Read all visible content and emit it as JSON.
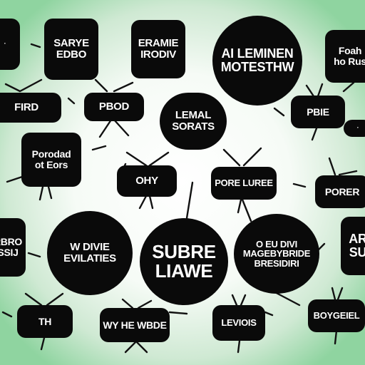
{
  "nodes": [
    {
      "id": "n1",
      "lines": [
        "SARYE",
        "EDBO"
      ]
    },
    {
      "id": "n2",
      "lines": [
        "ERAMIE",
        "IRODIV"
      ]
    },
    {
      "id": "n3",
      "lines": [
        "AI LEMINEN",
        "MOTESTHW"
      ]
    },
    {
      "id": "n4",
      "lines": [
        "Foah",
        "ho Rus"
      ]
    },
    {
      "id": "n5",
      "lines": [
        "FIRD"
      ]
    },
    {
      "id": "n6",
      "lines": [
        "PBOD"
      ]
    },
    {
      "id": "n7",
      "lines": [
        "LEMAL",
        "SORATS"
      ]
    },
    {
      "id": "n8",
      "lines": [
        "PBIE"
      ]
    },
    {
      "id": "n9",
      "lines": [
        "Porodad",
        "ot Eors"
      ]
    },
    {
      "id": "n10",
      "lines": [
        "OHY"
      ]
    },
    {
      "id": "n11",
      "lines": [
        "PORE LUREE"
      ]
    },
    {
      "id": "n12",
      "lines": [
        "PORER"
      ]
    },
    {
      "id": "n13",
      "lines": [
        "RBRO",
        "SSIJ"
      ]
    },
    {
      "id": "n14",
      "lines": [
        "W DIVIE",
        "EVILATIES"
      ]
    },
    {
      "id": "n15",
      "lines": [
        "SUBRE",
        "LIAWE"
      ]
    },
    {
      "id": "n16",
      "lines": [
        "O EU DIVI",
        "MAGEBYBRIDE",
        "BRESIDIRI"
      ]
    },
    {
      "id": "n17",
      "lines": [
        "AR",
        "SU"
      ]
    },
    {
      "id": "n18",
      "lines": [
        "TH"
      ]
    },
    {
      "id": "n19",
      "lines": [
        "WY HE WBDE"
      ]
    },
    {
      "id": "n20",
      "lines": [
        "LEVIOIS"
      ]
    },
    {
      "id": "n21",
      "lines": [
        "BOYGEIEL"
      ]
    }
  ]
}
